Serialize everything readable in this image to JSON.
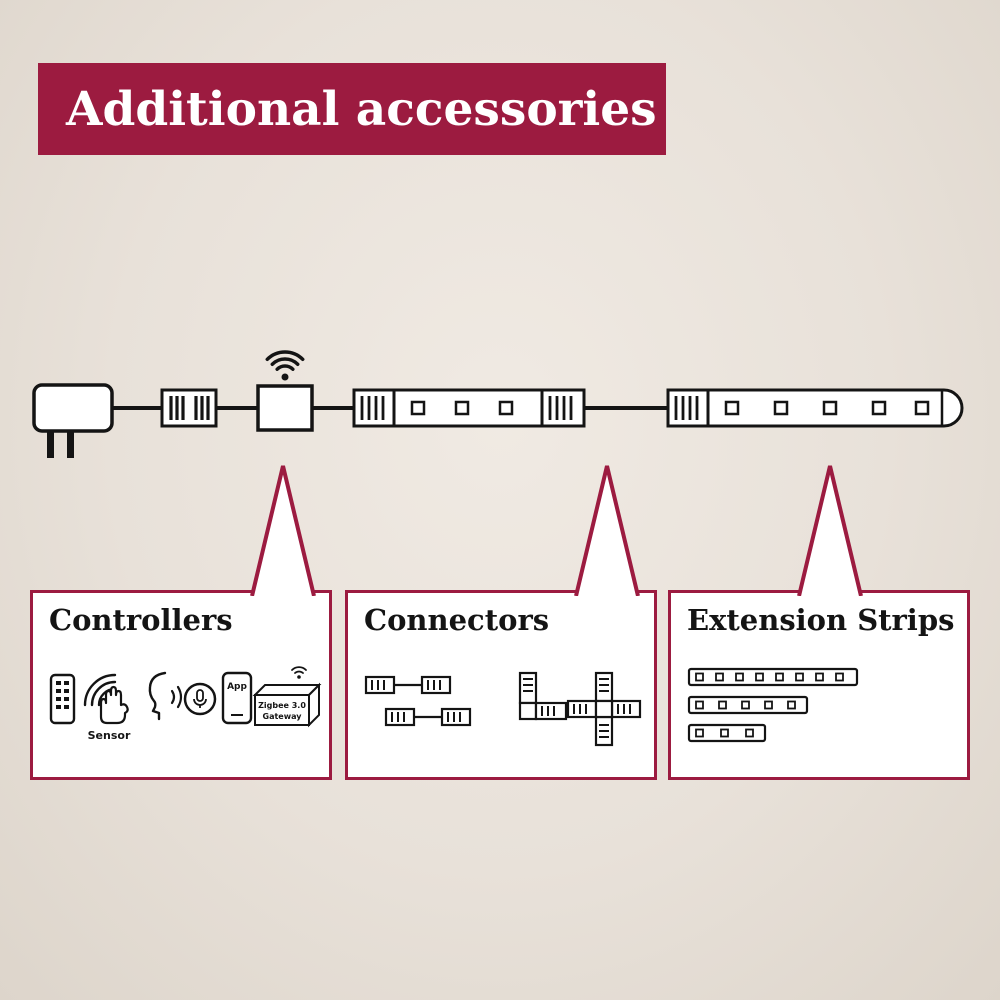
{
  "colors": {
    "accent": "#9c1b40",
    "background": "#e8e1d9",
    "ink": "#141414",
    "box_background": "#ffffff"
  },
  "banner": {
    "title": "Additional accessories"
  },
  "diagram": {
    "parts": [
      "power-plug",
      "plug-connector",
      "wifi-controller",
      "led-strip-segment",
      "led-strip-segment-long"
    ]
  },
  "boxes": {
    "controllers": {
      "title": "Controllers",
      "sensor_label": "Sensor",
      "app_label": "App",
      "gateway_line1": "Zigbee 3.0",
      "gateway_line2": "Gateway"
    },
    "connectors": {
      "title": "Connectors"
    },
    "extension_strips": {
      "title": "Extension Strips"
    }
  },
  "icons": {
    "controllers": [
      "remote-control-icon",
      "motion-sensor-icon",
      "voice-assistant-icon",
      "smartphone-app-icon",
      "zigbee-gateway-icon"
    ],
    "connectors": [
      "straight-connector-icon",
      "corner-connector-icon",
      "cross-connector-icon"
    ],
    "extension_strips": [
      "strip-long-icon",
      "strip-medium-icon",
      "strip-short-icon"
    ]
  }
}
